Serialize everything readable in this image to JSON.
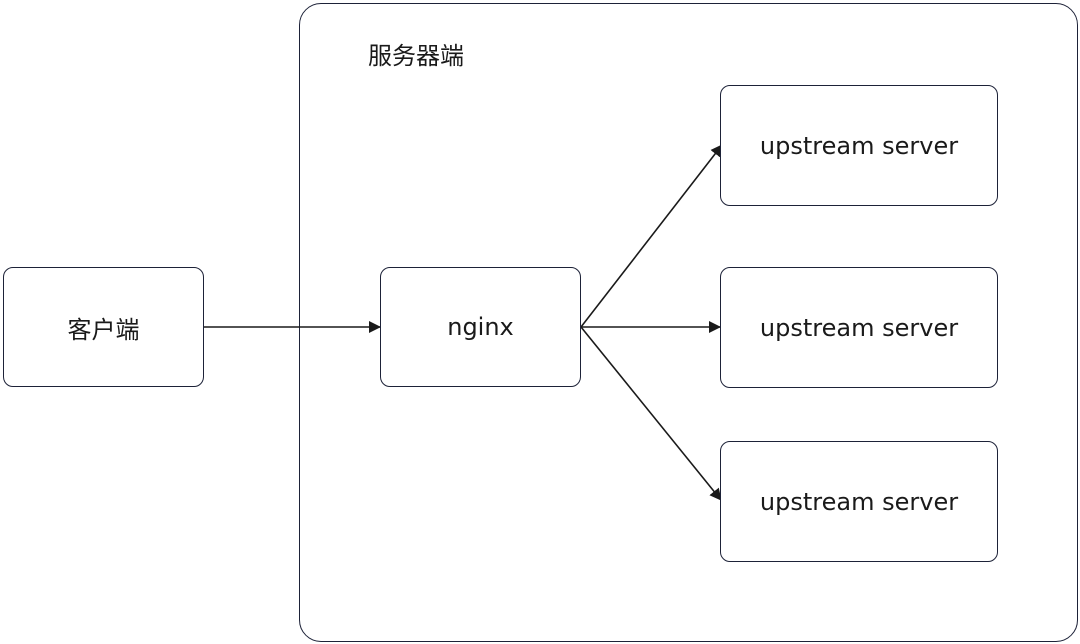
{
  "server_group": {
    "label": "服务器端"
  },
  "client": {
    "label": "客户端"
  },
  "proxy": {
    "label": "nginx"
  },
  "upstreams": [
    {
      "label": "upstream server"
    },
    {
      "label": "upstream server"
    },
    {
      "label": "upstream server"
    }
  ],
  "colors": {
    "stroke": "#1d2238",
    "text": "#1a1a1a"
  }
}
